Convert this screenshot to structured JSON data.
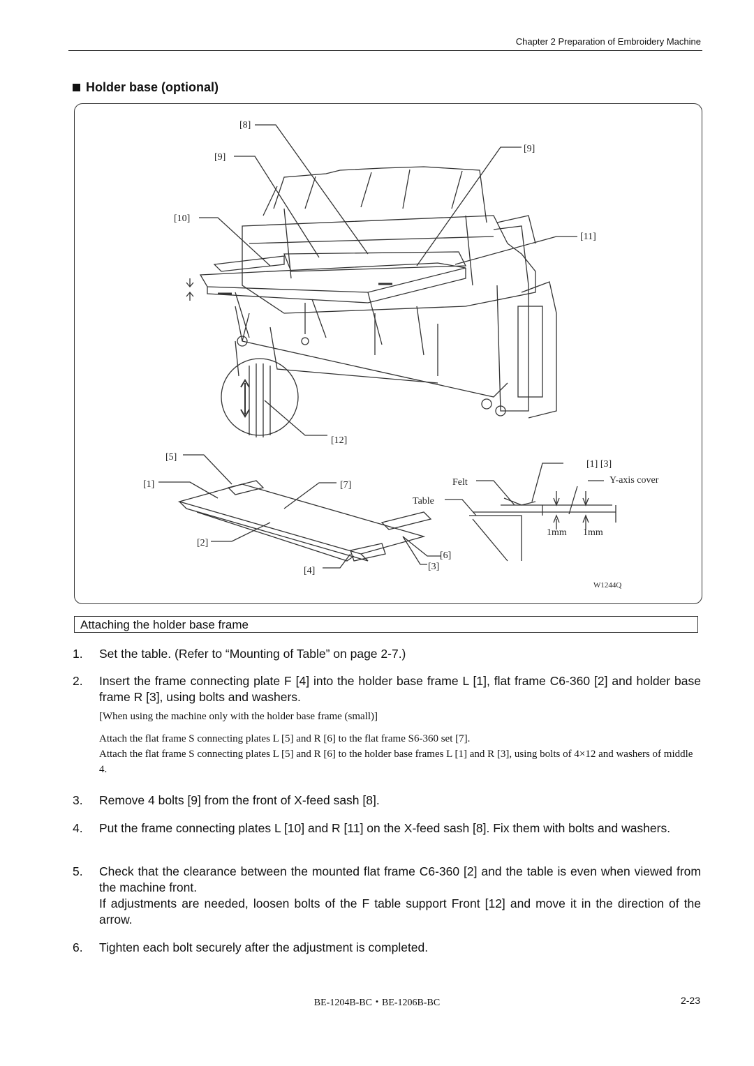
{
  "header": {
    "chapter": "Chapter 2 Preparation of Embroidery Machine"
  },
  "section": {
    "title": "Holder base (optional)"
  },
  "figure": {
    "labels": {
      "l8": "[8]",
      "l9a": "[9]",
      "l9b": "[9]",
      "l10": "[10]",
      "l11": "[11]",
      "l12": "[12]",
      "l5": "[5]",
      "l1": "[1]",
      "l7": "[7]",
      "l2": "[2]",
      "l4": "[4]",
      "l6": "[6]",
      "l3": "[3]",
      "l13": "[1] [3]",
      "felt": "Felt",
      "table": "Table",
      "yaxis": "Y-axis cover",
      "mm1": "1mm",
      "mm2": "1mm",
      "code": "W1244Q"
    }
  },
  "caption": "Attaching the holder base frame",
  "steps": [
    {
      "num": "1.",
      "text": "Set the table. (Refer to “Mounting of Table” on page 2-7.)"
    },
    {
      "num": "2.",
      "text": "Insert the frame connecting plate F [4] into the holder base frame L [1], flat frame C6-360 [2] and holder base frame R [3], using bolts and washers."
    },
    {
      "num": "3.",
      "text": "Remove 4 bolts [9] from the front of X-feed sash [8]."
    },
    {
      "num": "4.",
      "text": "Put the frame connecting plates L [10] and R [11] on the X-feed sash [8]. Fix them with bolts and washers."
    },
    {
      "num": "5.",
      "text": "Check that the clearance between the mounted flat frame C6-360 [2] and the table is even when viewed from the machine front."
    },
    {
      "num": "",
      "text": "If adjustments are needed, loosen bolts of the F table support Front [12] and move it in the direction of the arrow."
    },
    {
      "num": "6.",
      "text": "Tighten each bolt securely after the adjustment is completed."
    }
  ],
  "notes": {
    "heading": "[When using the machine only with the holder base frame (small)]",
    "line1": "Attach the flat frame S connecting plates L [5] and R [6] to the flat frame S6-360 set [7].",
    "line2": "Attach the flat frame S connecting plates L [5] and R [6] to the holder base frames L [1] and R [3], using bolts of 4×12 and washers of middle 4."
  },
  "footer": {
    "model": "BE-1204B-BC・BE-1206B-BC",
    "page": "2-23"
  }
}
